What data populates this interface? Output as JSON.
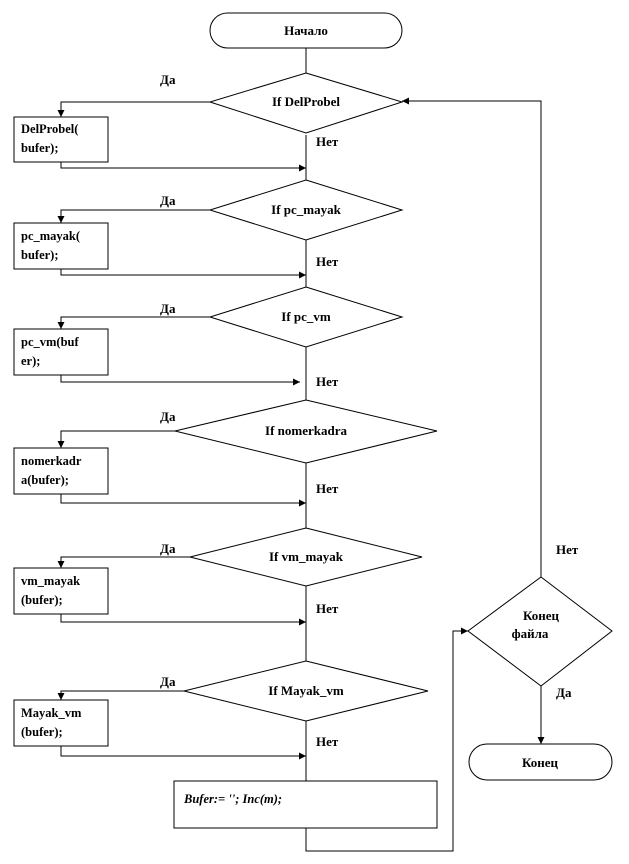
{
  "flowchart": {
    "start": "Начало",
    "end": "Конец",
    "yes": "Да",
    "no": "Нет",
    "decisions": [
      "If  DelProbel",
      "If  pc_mayak",
      "If  pc_vm",
      "If  nomerkadra",
      "If  vm_mayak",
      "If  Mayak_vm"
    ],
    "processes": [
      [
        "DelProbel(",
        "bufer);"
      ],
      [
        "pc_mayak(",
        "bufer);"
      ],
      [
        "pc_vm(buf",
        "er);"
      ],
      [
        "nomerkadr",
        "a(bufer);"
      ],
      [
        "vm_mayak",
        "(bufer);"
      ],
      [
        "Mayak_vm",
        "(bufer);"
      ]
    ],
    "final_process": "Bufer:= '';   Inc(m);",
    "end_check": [
      "Конец",
      "файла"
    ]
  }
}
